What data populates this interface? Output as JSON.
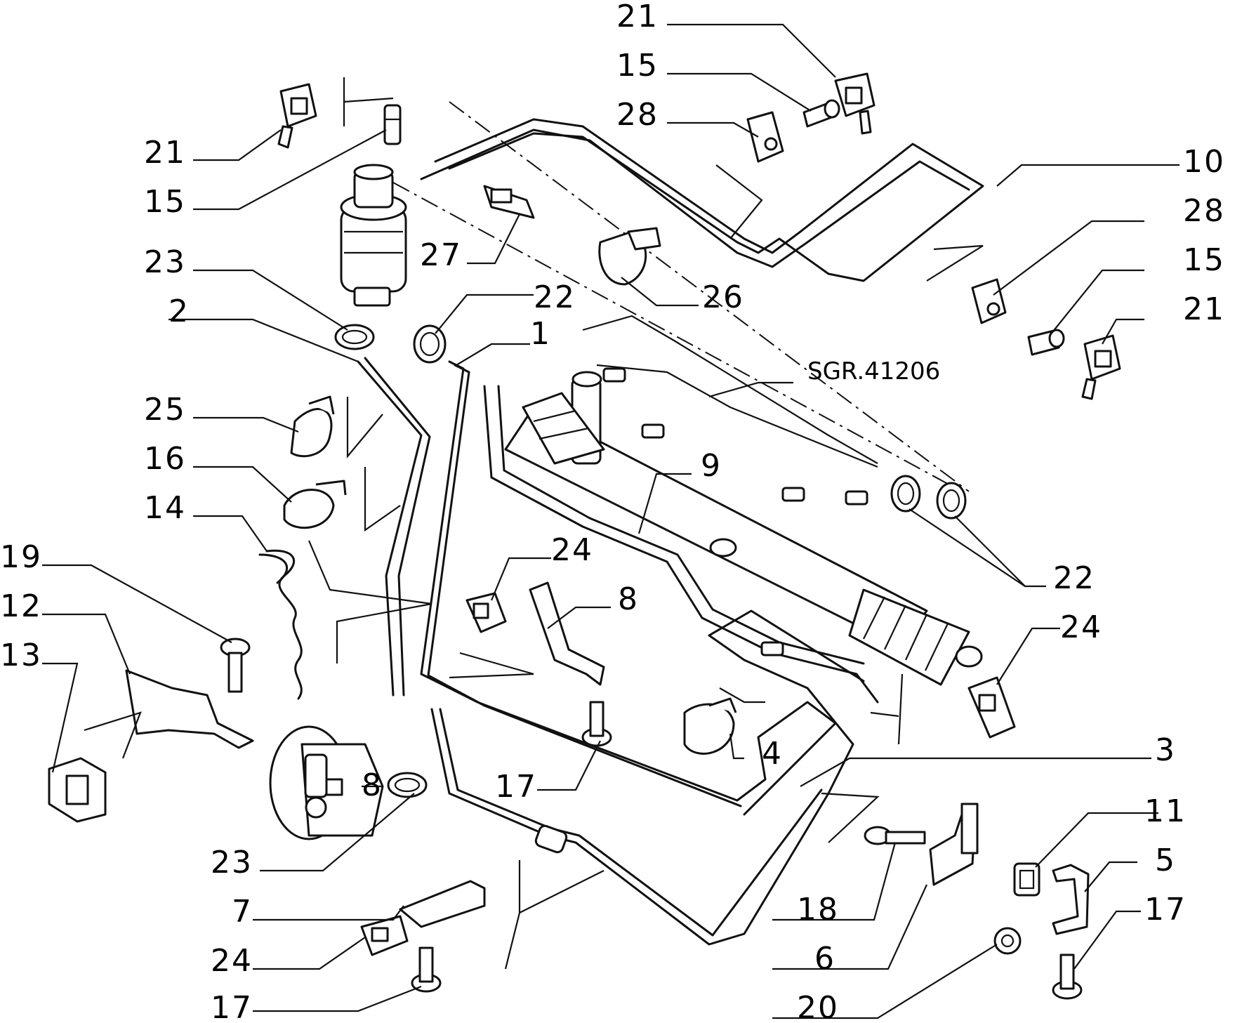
{
  "reference": "SGR.41206",
  "labels": {
    "l1": "1",
    "l2": "2",
    "l3": "3",
    "l4": "4",
    "l5": "5",
    "l6": "6",
    "l7": "7",
    "l8a": "8",
    "l8b": "8",
    "l9": "9",
    "l10": "10",
    "l11": "11",
    "l12": "12",
    "l13": "13",
    "l14": "14",
    "l15a": "15",
    "l15b": "15",
    "l15c": "15",
    "l16": "16",
    "l17a": "17",
    "l17b": "17",
    "l17c": "17",
    "l18": "18",
    "l19": "19",
    "l20": "20",
    "l21a": "21",
    "l21b": "21",
    "l21c": "21",
    "l22a": "22",
    "l22b": "22",
    "l23a": "23",
    "l23b": "23",
    "l24a": "24",
    "l24b": "24",
    "l24c": "24",
    "l25": "25",
    "l26": "26",
    "l27": "27",
    "l28a": "28",
    "l28b": "28"
  }
}
